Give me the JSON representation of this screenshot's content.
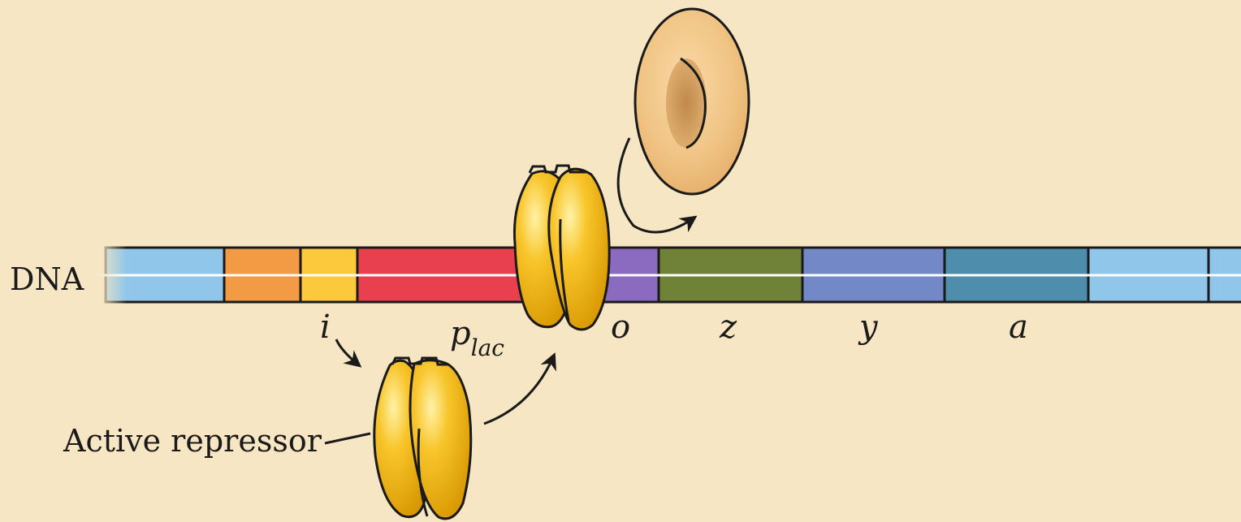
{
  "labels": {
    "dna": "DNA",
    "active_repressor": "Active repressor",
    "genes": {
      "i": "i",
      "p": "p",
      "p_subscript": "lac",
      "o": "o",
      "z": "z",
      "y": "y",
      "a": "a"
    }
  },
  "colors": {
    "background": "#f7e6c4",
    "dna_end": "#8fc6ea",
    "segment_orange": "#f39a45",
    "segment_i": "#fcc93c",
    "segment_p_lac": "#e8404e",
    "segment_o": "#8a6bbf",
    "segment_z": "#6f8238",
    "segment_y": "#7288c7",
    "segment_a": "#4e8dac",
    "repressor": "#f6b80f",
    "inducer": "#f2c486"
  }
}
